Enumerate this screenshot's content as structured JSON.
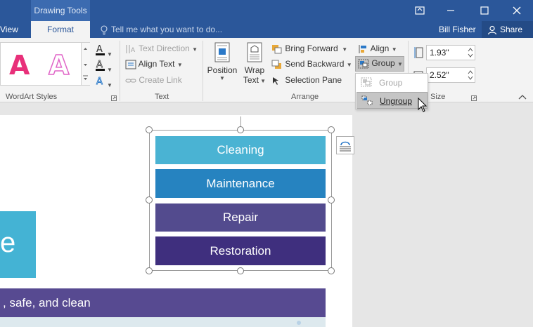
{
  "titlebar": {
    "context_tab": "Drawing Tools"
  },
  "tabs": {
    "view": "View",
    "format": "Format",
    "tell_me": "Tell me what you want to do...",
    "user": "Bill Fisher",
    "share": "Share"
  },
  "ribbon": {
    "wordart": {
      "letter": "A",
      "label": "WordArt Styles"
    },
    "text_group": {
      "text_direction": "Text Direction",
      "align_text": "Align Text",
      "create_link": "Create Link",
      "label": "Text"
    },
    "arrange": {
      "position": "Position",
      "wrap_1": "Wrap",
      "wrap_2": "Text",
      "bring_forward": "Bring Forward",
      "send_backward": "Send Backward",
      "selection_pane": "Selection Pane",
      "align": "Align",
      "group": "Group",
      "label": "Arrange"
    },
    "size": {
      "height": "1.93\"",
      "width": "2.52\"",
      "label": "Size"
    }
  },
  "group_menu": {
    "group": "Group",
    "ungroup": "Ungroup"
  },
  "document": {
    "left_letter": "e",
    "banner": ", safe, and clean",
    "boxes": [
      {
        "label": "Cleaning",
        "color": "#4ab3d3"
      },
      {
        "label": "Maintenance",
        "color": "#2683c0"
      },
      {
        "label": "Repair",
        "color": "#534b8e"
      },
      {
        "label": "Restoration",
        "color": "#3f2f7e"
      }
    ]
  },
  "colors": {
    "accent": "#2b579a",
    "wordart_pink": "#e8307a",
    "wordart_pink_light": "#e87ac8"
  }
}
